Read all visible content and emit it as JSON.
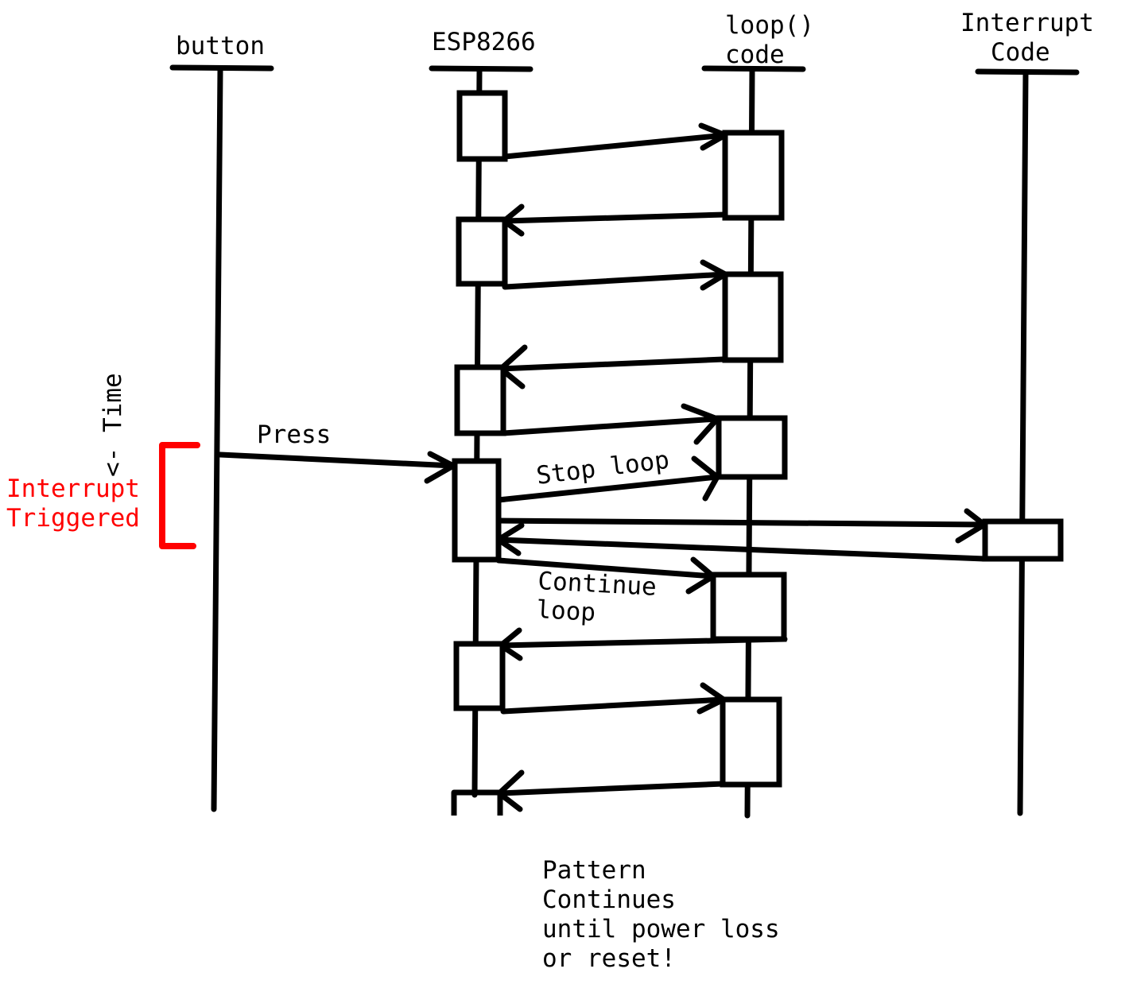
{
  "colors": {
    "ink": "#000000",
    "highlight": "#ff0000",
    "background": "#ffffff"
  },
  "lanes": {
    "button": "button",
    "esp": "ESP8266",
    "loop": [
      "loop()",
      "code"
    ],
    "interrupt": [
      "Interrupt",
      "Code"
    ]
  },
  "time_axis": "<- Time",
  "messages": {
    "press": "Press",
    "stop_loop": "Stop loop",
    "continue_loop": [
      "Continue",
      "loop"
    ]
  },
  "interrupt_label": [
    "Interrupt",
    "Triggered"
  ],
  "footer_note": [
    "Pattern",
    "Continues",
    "until power loss",
    "or reset!"
  ]
}
